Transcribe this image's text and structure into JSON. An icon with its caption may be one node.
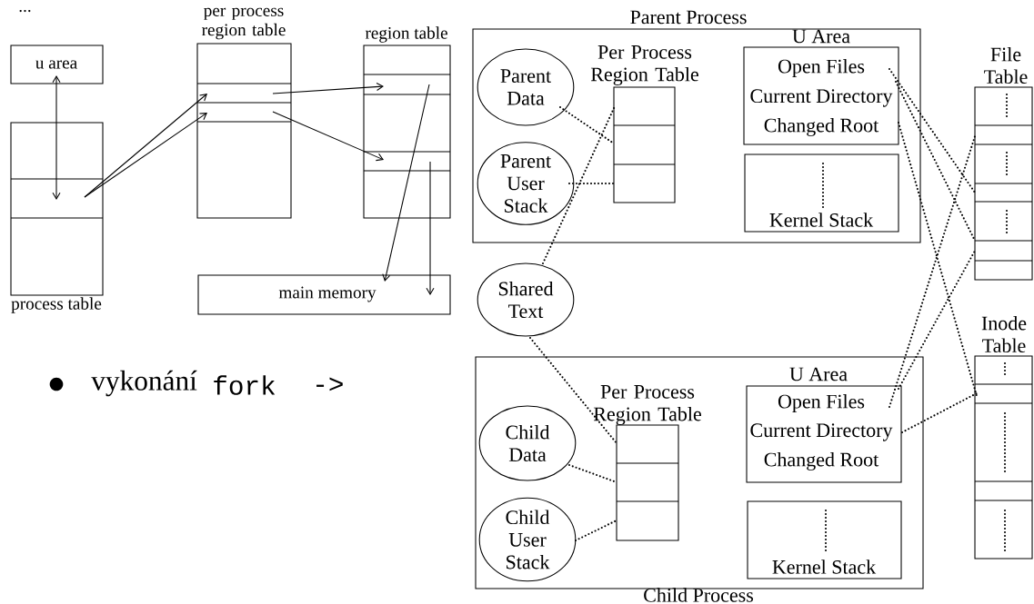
{
  "diagram": {
    "nodes": [
      {
        "text": [
          "u area"
        ]
      },
      {
        "text": [
          "process table"
        ]
      },
      {
        "text": [
          "per process region table"
        ]
      },
      {
        "text": [
          "region table"
        ]
      },
      {
        "text": [
          "main memory"
        ]
      },
      {
        "text": [
          "Parent Process"
        ]
      },
      {
        "text": [
          "Parent Data"
        ],
        "in": 5
      },
      {
        "text": [
          "Parent User Stack"
        ],
        "in": 5
      },
      {
        "text": [
          "Per Process Region Table"
        ],
        "in": 5
      },
      {
        "text": [
          "U Area",
          "Open Files",
          "Current Directory",
          "Changed Root"
        ],
        "in": 5
      },
      {
        "text": [
          "Kernel Stack"
        ],
        "in": 5
      },
      {
        "text": [
          "Shared Text"
        ]
      },
      {
        "text": [
          "File Table"
        ]
      },
      {
        "text": [
          "Inode Table"
        ]
      },
      {
        "text": [
          "Child Process"
        ]
      },
      {
        "text": [
          "Child Data"
        ],
        "in": 14
      },
      {
        "text": [
          "Child User Stack"
        ],
        "in": 14
      },
      {
        "text": [
          "Per Process Region Table"
        ],
        "in": 14
      },
      {
        "text": [
          "U Area",
          "Open Files",
          "Current Directory",
          "Changed Root"
        ],
        "in": 14
      },
      {
        "text": [
          "Kernel Stack"
        ],
        "in": 14
      }
    ],
    "edges": [
      {
        "from": 0,
        "to": 1,
        "arrow": "both"
      },
      {
        "from": 1,
        "to": 2,
        "arrow": "to"
      },
      {
        "from": 1,
        "to": 2,
        "arrow": "to"
      },
      {
        "from": 2,
        "to": 3,
        "arrow": "to"
      },
      {
        "from": 2,
        "to": 3,
        "arrow": "to"
      },
      {
        "from": 3,
        "to": 4,
        "arrow": "to"
      },
      {
        "from": 3,
        "to": 4,
        "arrow": "to"
      },
      {
        "from": 6,
        "to": 8,
        "arrow": "none",
        "style": "dashed"
      },
      {
        "from": 7,
        "to": 8,
        "arrow": "none",
        "style": "dashed"
      },
      {
        "from": 11,
        "to": 8,
        "arrow": "none",
        "style": "dashed"
      },
      {
        "from": 11,
        "to": 17,
        "arrow": "none",
        "style": "dashed"
      },
      {
        "from": 15,
        "to": 17,
        "arrow": "none",
        "style": "dashed"
      },
      {
        "from": 16,
        "to": 17,
        "arrow": "none",
        "style": "dashed"
      },
      {
        "from": 9,
        "to": 12,
        "arrow": "none",
        "style": "dashed"
      },
      {
        "from": 9,
        "to": 12,
        "arrow": "none",
        "style": "dashed"
      },
      {
        "from": 9,
        "to": 13,
        "arrow": "none",
        "style": "dashed"
      },
      {
        "from": 18,
        "to": 12,
        "arrow": "none",
        "style": "dashed"
      },
      {
        "from": 18,
        "to": 12,
        "arrow": "none",
        "style": "dashed"
      },
      {
        "from": 18,
        "to": 13,
        "arrow": "none",
        "style": "dashed"
      }
    ],
    "labels": [
      "...",
      "vykonání",
      "fork",
      "->"
    ]
  }
}
